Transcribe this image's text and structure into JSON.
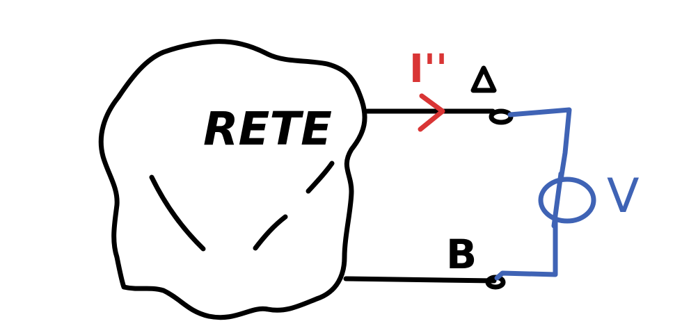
{
  "diagram": {
    "network_label": "RETE",
    "current_label": "I''",
    "terminal_a_label": "A",
    "terminal_b_label": "B",
    "voltage_label": "V",
    "colors": {
      "ink": "#000000",
      "current": "#d93535",
      "voltage_source": "#3f63b5"
    }
  }
}
